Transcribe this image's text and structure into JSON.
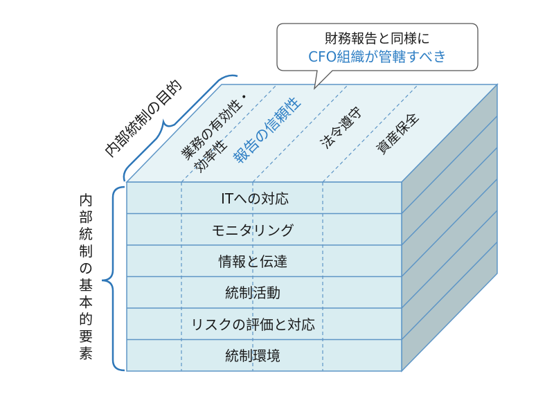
{
  "callout": {
    "line1": "財務報告と同様に",
    "line2": "CFO組織が管轄すべき"
  },
  "objectives_heading": "内部統制の目的",
  "objectives": [
    {
      "line1": "業務の有効性・",
      "line2": "効率性"
    },
    {
      "line1": "報告の信頼性"
    },
    {
      "line1": "法令遵守"
    },
    {
      "line1": "資産保全"
    }
  ],
  "components_heading": "内部統制の基本的要素",
  "layers": [
    "ITへの対応",
    "モニタリング",
    "情報と伝達",
    "統制活動",
    "リスクの評価と対応",
    "統制環境"
  ],
  "colors": {
    "front": "#d9edf1",
    "top": "#e7f3f6",
    "side": "#b2c5c9",
    "edge": "#5d95c6",
    "bracket": "#2e77b8",
    "highlight": "#2f7fc4"
  }
}
